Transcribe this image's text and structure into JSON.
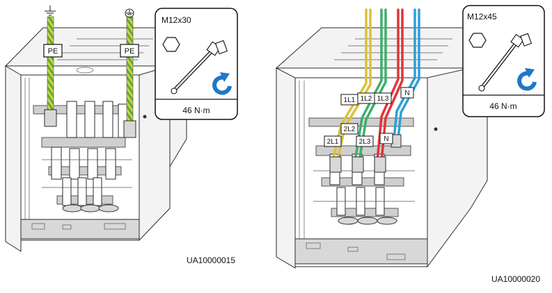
{
  "left_figure": {
    "callout": {
      "bolt": "M12x30",
      "torque": "46 N·m"
    },
    "labels": {
      "pe_left": "PE",
      "pe_right": "PE"
    },
    "figure_id": "UA10000015"
  },
  "right_figure": {
    "callout": {
      "bolt": "M12x45",
      "torque": "46 N·m"
    },
    "labels": {
      "l1_top": "1L1",
      "l2_top": "1L2",
      "l3_top": "1L3",
      "n_top": "N",
      "l2_mid": "2L2",
      "l1_bottom": "2L1",
      "l3_bottom": "2L3",
      "n_bottom": "N"
    },
    "figure_id": "UA10000020"
  },
  "colors": {
    "pe_cable_yellow": "#d8d23a",
    "pe_cable_green": "#5aa84a",
    "phase_l1": "#d9c23a",
    "phase_l2": "#3fae6b",
    "phase_l3": "#e0353a",
    "neutral": "#2f9fd8",
    "rotate_arrow": "#1f78c8"
  }
}
